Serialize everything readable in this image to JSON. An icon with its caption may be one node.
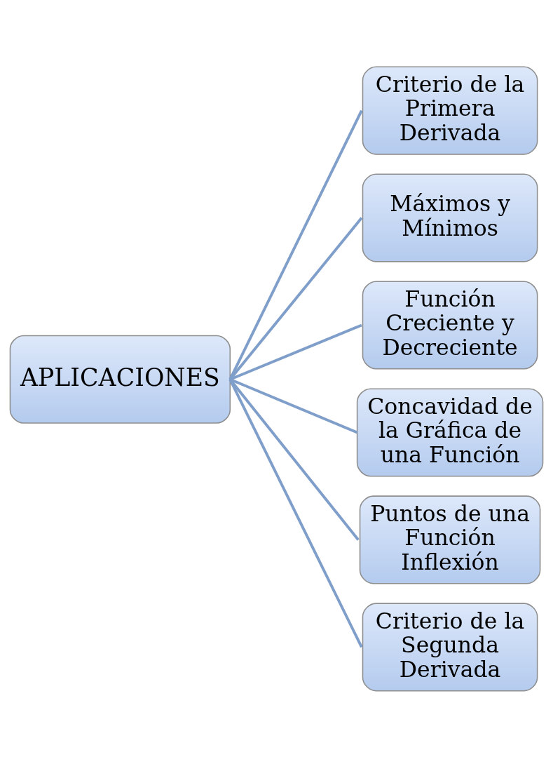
{
  "diagram": {
    "nodes": [
      {
        "text": [
          "APLICACIONES"
        ]
      },
      {
        "text": [
          "Criterio de la Primera Derivada"
        ]
      },
      {
        "text": [
          "Máximos y Mínimos"
        ]
      },
      {
        "text": [
          "Función Creciente y Decreciente"
        ]
      },
      {
        "text": [
          "Concavidad de la Gráfica de una Función"
        ]
      },
      {
        "text": [
          "Puntos de una Función Inflexión"
        ]
      },
      {
        "text": [
          "Criterio de la Segunda Derivada"
        ]
      }
    ],
    "edges": [
      {
        "from": 0,
        "to": 1,
        "arrow": "none"
      },
      {
        "from": 0,
        "to": 2,
        "arrow": "none"
      },
      {
        "from": 0,
        "to": 3,
        "arrow": "none"
      },
      {
        "from": 0,
        "to": 4,
        "arrow": "none"
      },
      {
        "from": 0,
        "to": 5,
        "arrow": "none"
      },
      {
        "from": 0,
        "to": 6,
        "arrow": "none"
      }
    ]
  }
}
